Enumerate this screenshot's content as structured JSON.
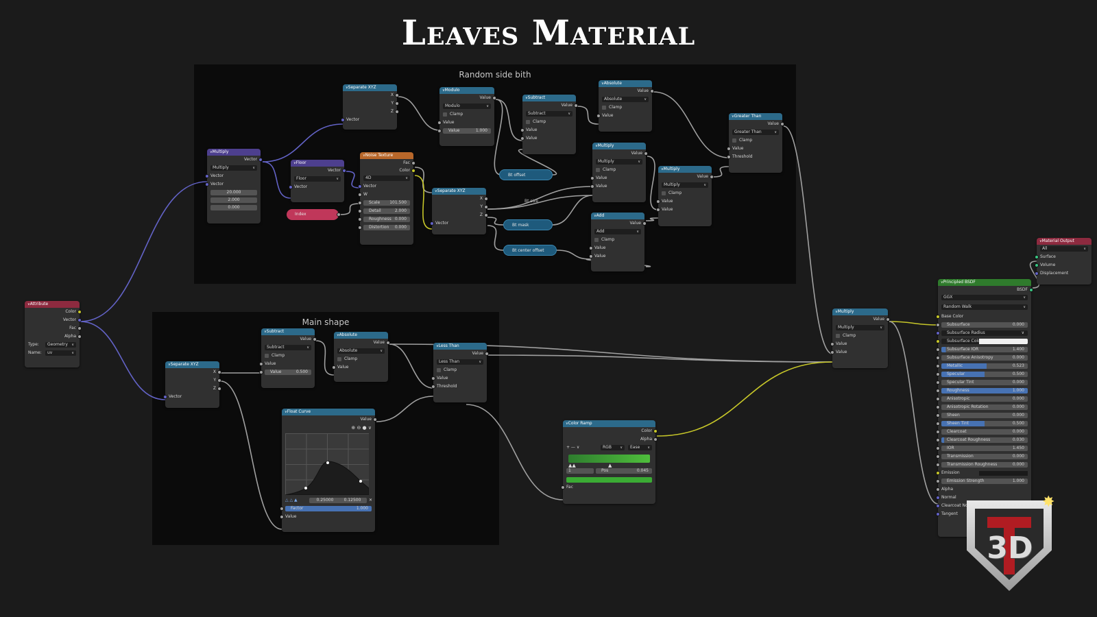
{
  "title": "Leaves Material",
  "frames": {
    "random": "Random side bith",
    "main": "Main shape"
  },
  "colors": {
    "wire_float": "#a1a1a1",
    "wire_vector": "#6363c7",
    "wire_color": "#c7c729"
  },
  "nodes": {
    "attribute": {
      "header": "Attribute",
      "color": "Color",
      "vector": "Vector",
      "fac": "Fac",
      "alpha": "Alpha",
      "type_label": "Type:",
      "type_value": "Geometry",
      "name_label": "Name:",
      "name_value": "uv"
    },
    "multiply_vec": {
      "header": "Multiply",
      "out": "Vector",
      "op": "Multiply",
      "in1": "Vector",
      "in2": "Vector",
      "v1": "20.000",
      "v2": "2.000",
      "v3": "0.000"
    },
    "floor": {
      "header": "Floor",
      "out": "Vector",
      "op": "Floor",
      "in": "Vector"
    },
    "index": {
      "label": "Index"
    },
    "noise": {
      "header": "Noise Texture",
      "fac": "Fac",
      "color": "Color",
      "dim": "4D",
      "vector": "Vector",
      "w": "W",
      "scale_label": "Scale",
      "scale": "101.500",
      "detail_label": "Detail",
      "detail": "2.000",
      "rough_label": "Roughness",
      "rough": "0.000",
      "dist_label": "Distortion",
      "dist": "0.000"
    },
    "sepxyz1": {
      "header": "Separate XYZ",
      "x": "X",
      "y": "Y",
      "z": "Z",
      "in": "Vector"
    },
    "modulo": {
      "header": "Modulo",
      "out": "Value",
      "op": "Modulo",
      "clamp": "Clamp",
      "in1": "Value",
      "in2_label": "Value",
      "in2": "1.000"
    },
    "subtract1": {
      "header": "Subtract",
      "out": "Value",
      "op": "Subtract",
      "clamp": "Clamp",
      "in1": "Value",
      "in2": "Value"
    },
    "absolute1": {
      "header": "Absolute",
      "out": "Value",
      "op": "Absolute",
      "clamp": "Clamp",
      "in": "Value"
    },
    "bt_offset": {
      "label": "Bt offset"
    },
    "bt_size": {
      "label": "Bt size"
    },
    "bt_mask": {
      "label": "Bt mask"
    },
    "bt_center": {
      "label": "Bt center offset"
    },
    "sepxyz2": {
      "header": "Separate XYZ",
      "x": "X",
      "y": "Y",
      "z": "Z",
      "in": "Vector"
    },
    "multiply2": {
      "header": "Multiply",
      "out": "Value",
      "op": "Multiply",
      "clamp": "Clamp",
      "in1": "Value",
      "in2": "Value"
    },
    "multiply3": {
      "header": "Multiply",
      "out": "Value",
      "op": "Multiply",
      "clamp": "Clamp",
      "in1": "Value",
      "in2": "Value"
    },
    "add": {
      "header": "Add",
      "out": "Value",
      "op": "Add",
      "clamp": "Clamp",
      "in1": "Value",
      "in2": "Value"
    },
    "greater": {
      "header": "Greater Than",
      "out": "Value",
      "op": "Greater Than",
      "clamp": "Clamp",
      "in1": "Value",
      "in2": "Threshold"
    },
    "sepxyz3": {
      "header": "Separate XYZ",
      "x": "X",
      "y": "Y",
      "z": "Z",
      "in": "Vector"
    },
    "subtract2": {
      "header": "Subtract",
      "out": "Value",
      "op": "Subtract",
      "clamp": "Clamp",
      "in1": "Value",
      "in2_label": "Value",
      "in2": "0.500"
    },
    "absolute2": {
      "header": "Absolute",
      "out": "Value",
      "op": "Absolute",
      "clamp": "Clamp",
      "in": "Value"
    },
    "less": {
      "header": "Less Than",
      "out": "Value",
      "op": "Less Than",
      "clamp": "Clamp",
      "in1": "Value",
      "in2": "Threshold"
    },
    "float_curve": {
      "header": "Float Curve",
      "out": "Value",
      "x_val": "0.25000",
      "y_val": "0.12500",
      "factor_label": "Factor",
      "factor": "1.000",
      "in": "Value"
    },
    "color_ramp": {
      "header": "Color Ramp",
      "color": "Color",
      "alpha": "Alpha",
      "mode": "RGB",
      "interp": "Ease",
      "index": "1",
      "pos_label": "Pos",
      "pos": "0.045",
      "fac": "Fac"
    },
    "multiply_final": {
      "header": "Multiply",
      "out": "Value",
      "op": "Multiply",
      "clamp": "Clamp",
      "in1": "Value",
      "in2": "Value"
    },
    "bsdf": {
      "header": "Principled BSDF",
      "out": "BSDF",
      "dist": "GGX",
      "ss_method": "Random Walk",
      "base_color": "Base Color",
      "rows": [
        {
          "label": "Subsurface",
          "value": "0.000",
          "fill": 0
        },
        {
          "label": "Subsurface Radius",
          "value": "",
          "fill": 0,
          "dropdown": true
        },
        {
          "label": "Subsurface Color",
          "value": "",
          "fill": 0,
          "swatch": true
        },
        {
          "label": "Subsurface IOR",
          "value": "1.400",
          "fill": 0.05
        },
        {
          "label": "Subsurface Anisotropy",
          "value": "0.000",
          "fill": 0
        },
        {
          "label": "Metallic",
          "value": "0.523",
          "fill": 0.523
        },
        {
          "label": "Specular",
          "value": "0.500",
          "fill": 0.5
        },
        {
          "label": "Specular Tint",
          "value": "0.000",
          "fill": 0
        },
        {
          "label": "Roughness",
          "value": "1.000",
          "fill": 1
        },
        {
          "label": "Anisotropic",
          "value": "0.000",
          "fill": 0
        },
        {
          "label": "Anisotropic Rotation",
          "value": "0.000",
          "fill": 0
        },
        {
          "label": "Sheen",
          "value": "0.000",
          "fill": 0
        },
        {
          "label": "Sheen Tint",
          "value": "0.500",
          "fill": 0.5
        },
        {
          "label": "Clearcoat",
          "value": "0.000",
          "fill": 0
        },
        {
          "label": "Clearcoat Roughness",
          "value": "0.030",
          "fill": 0.03
        },
        {
          "label": "IOR",
          "value": "1.450",
          "fill": 0
        },
        {
          "label": "Transmission",
          "value": "0.000",
          "fill": 0
        },
        {
          "label": "Transmission Roughness",
          "value": "0.000",
          "fill": 0
        }
      ],
      "emission": "Emission",
      "emission_strength_label": "Emission Strength",
      "emission_strength": "1.000",
      "alpha": "Alpha",
      "normal": "Normal",
      "clearcoat_normal": "Clearcoat Normal",
      "tangent": "Tangent"
    },
    "output": {
      "header": "Material Output",
      "target": "All",
      "surface": "Surface",
      "volume": "Volume",
      "displacement": "Displacement"
    }
  },
  "logo": {
    "text": "3D"
  }
}
